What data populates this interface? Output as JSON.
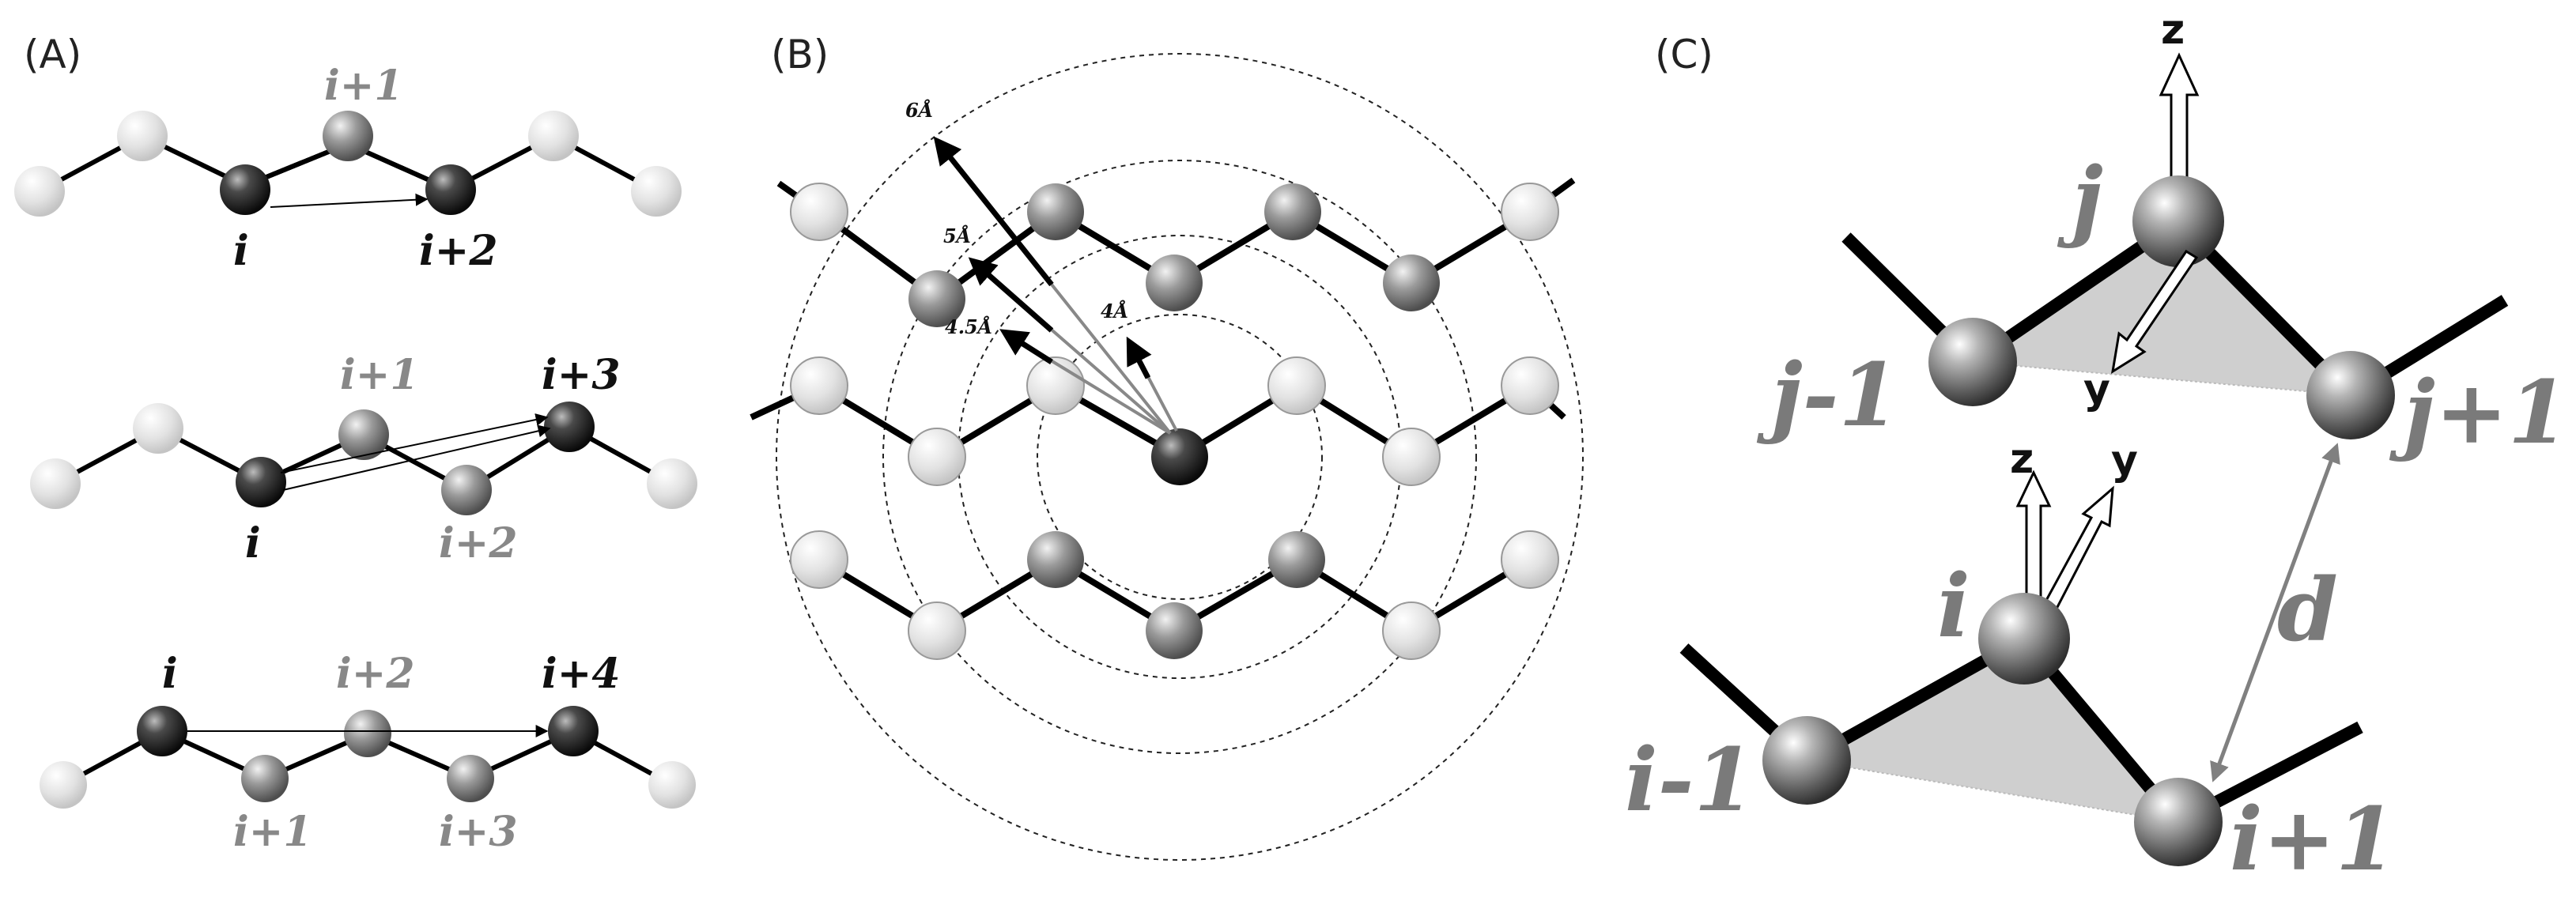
{
  "panel_a": {
    "letter": "(A)",
    "row1": {
      "i": "i",
      "i1": "i+1",
      "i2": "i+2"
    },
    "row2": {
      "i": "i",
      "i1": "i+1",
      "i2": "i+2",
      "i3": "i+3"
    },
    "row3": {
      "i": "i",
      "i1": "i+1",
      "i2": "i+2",
      "i3": "i+3",
      "i4": "i+4"
    }
  },
  "panel_b": {
    "letter": "(B)",
    "radii": {
      "r6": "6Å",
      "r5": "5Å",
      "r45": "4.5Å",
      "r4": "4Å"
    }
  },
  "panel_c": {
    "letter": "(C)",
    "j": "j",
    "jm1": "j-1",
    "jp1": "j+1",
    "i": "i",
    "im1": "i-1",
    "ip1": "i+1",
    "zj": "z",
    "yj": "y",
    "zi": "z",
    "yi": "y",
    "d": "d"
  },
  "colors": {
    "dark": "#1c1c1c",
    "mid": "#8a8a8a",
    "light": "#e6e6e6",
    "label_gray": "#7a7a7a",
    "plane": "#cfcfcf"
  }
}
